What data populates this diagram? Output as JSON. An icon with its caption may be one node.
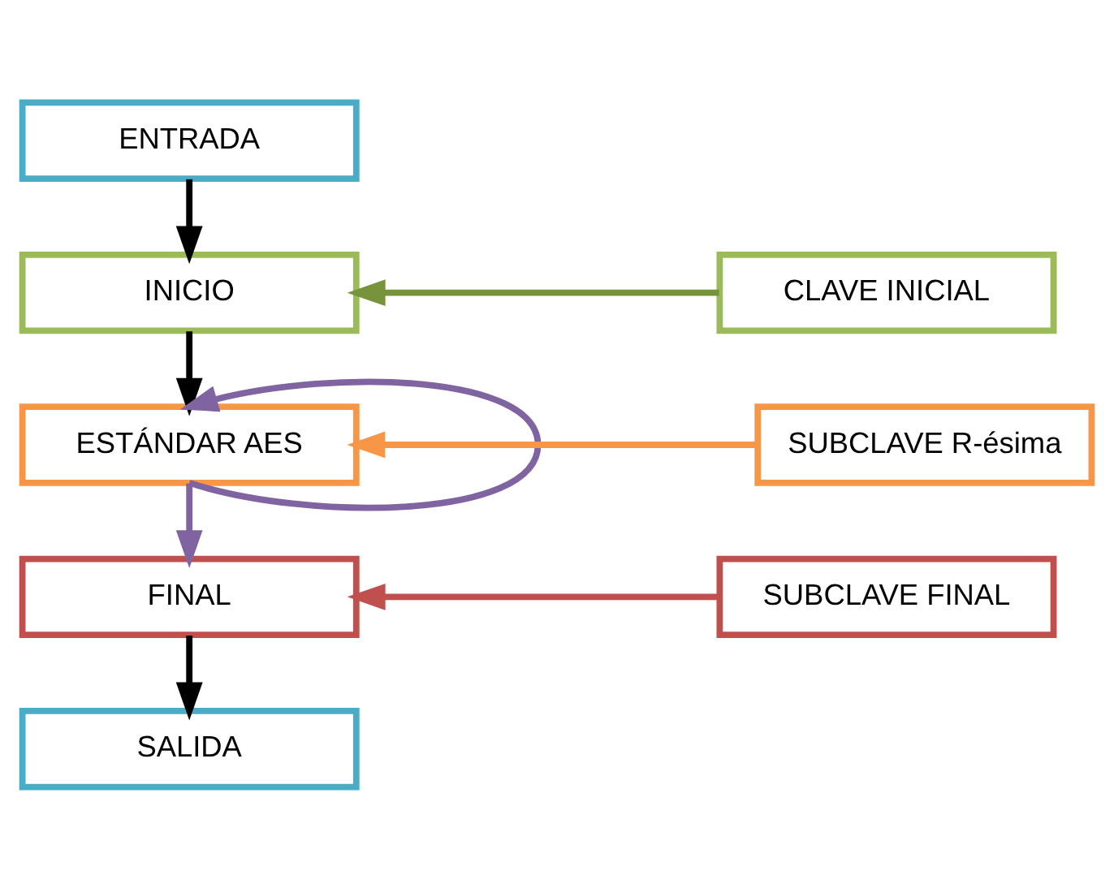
{
  "diagram": {
    "nodes": [
      {
        "text": [
          "ENTRADA"
        ]
      },
      {
        "text": [
          "INICIO"
        ]
      },
      {
        "text": [
          "CLAVE INICIAL"
        ]
      },
      {
        "text": [
          "ESTÁNDAR AES"
        ]
      },
      {
        "text": [
          "SUBCLAVE R-ésima"
        ]
      },
      {
        "text": [
          "FINAL"
        ]
      },
      {
        "text": [
          "SUBCLAVE FINAL"
        ]
      },
      {
        "text": [
          "SALIDA"
        ]
      }
    ],
    "edges": [
      {
        "from": 0,
        "to": 1,
        "arrow": "to"
      },
      {
        "from": 2,
        "to": 1,
        "arrow": "to",
        "color": "#77933c"
      },
      {
        "from": 1,
        "to": 3,
        "arrow": "to"
      },
      {
        "from": 3,
        "to": 3,
        "arrow": "to",
        "color": "#8064a2"
      },
      {
        "from": 4,
        "to": 3,
        "arrow": "to",
        "color": "#f79646"
      },
      {
        "from": 3,
        "to": 5,
        "arrow": "to",
        "color": "#8064a2"
      },
      {
        "from": 6,
        "to": 5,
        "arrow": "to",
        "color": "#c0504d"
      },
      {
        "from": 5,
        "to": 7,
        "arrow": "to"
      }
    ]
  }
}
